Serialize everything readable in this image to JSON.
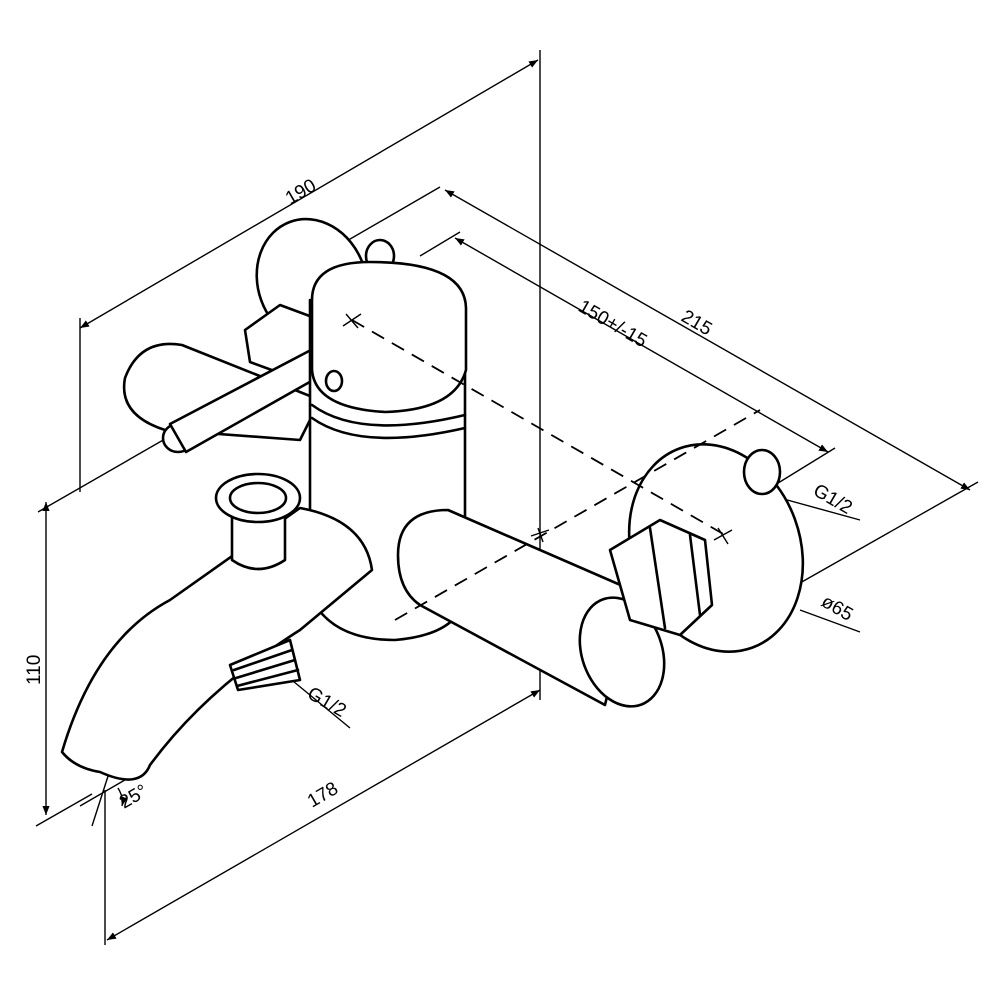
{
  "drawing": {
    "dimensions": {
      "width_190": "190",
      "depth_215": "215",
      "centers_150": "150+/-15",
      "height_110": "110",
      "spout_178": "178",
      "angle_25": "25°"
    },
    "callouts": {
      "thread_right": "G1/2",
      "escutcheon_diameter": "ø65",
      "thread_spout": "G1/2"
    }
  }
}
